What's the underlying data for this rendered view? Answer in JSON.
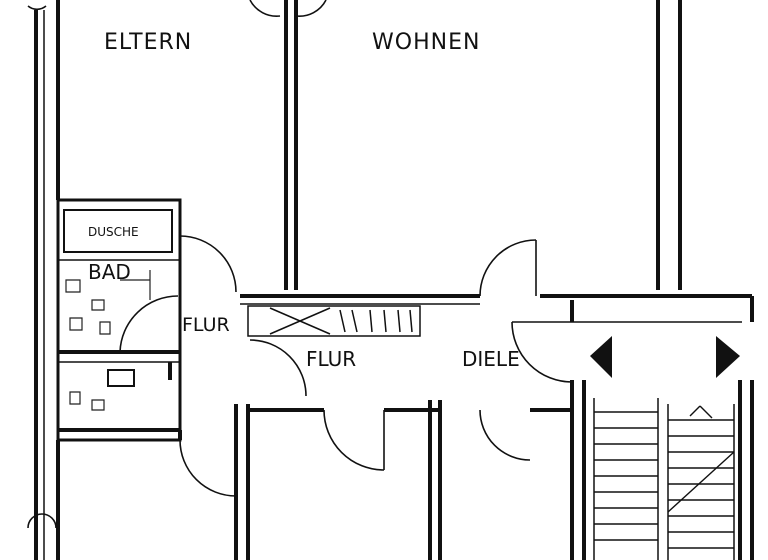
{
  "rooms": {
    "eltern": "ELTERN",
    "wohnen": "WOHNEN",
    "dusche": "DUSCHE",
    "bad": "BAD",
    "flur_small": "FLUR",
    "flur": "FLUR",
    "diele": "DIELE"
  },
  "markers": {
    "left_arrow_icon": "triangle-left",
    "right_arrow_icon": "triangle-right"
  },
  "colors": {
    "ink": "#111111",
    "paper": "#ffffff"
  }
}
